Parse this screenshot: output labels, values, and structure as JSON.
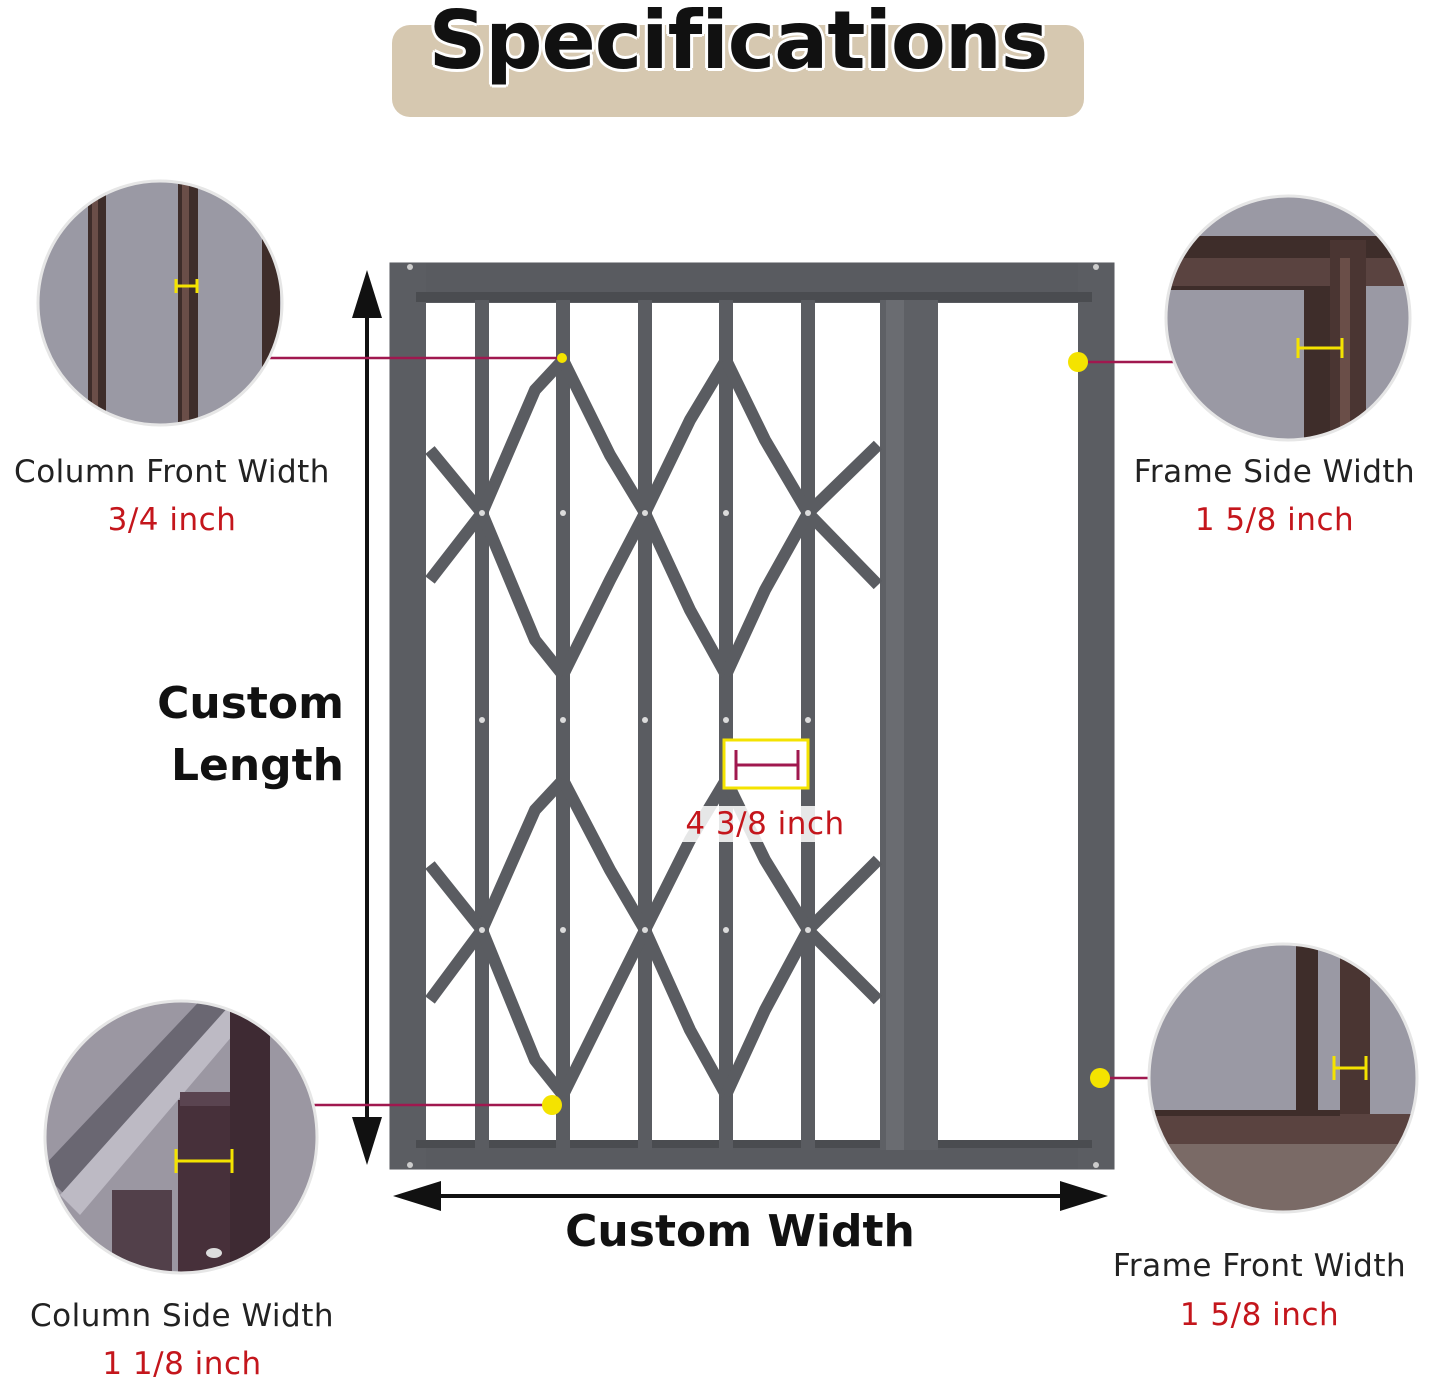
{
  "title": "Specifications",
  "colors": {
    "banner": "#d6c8b0",
    "frame": "#55575c",
    "value_text": "#c4161c",
    "leader_line": "#a0184f",
    "marker": "#f4e300"
  },
  "callouts": {
    "column_front": {
      "label": "Column Front Width",
      "value": "3/4 inch"
    },
    "frame_side": {
      "label": "Frame Side Width",
      "value": "1 5/8 inch"
    },
    "column_side": {
      "label": "Column Side Width",
      "value": "1 1/8 inch"
    },
    "frame_front": {
      "label": "Frame Front Width",
      "value": "1 5/8 inch"
    },
    "spacing": {
      "value": "4 3/8 inch"
    }
  },
  "dimensions": {
    "length_line1": "Custom",
    "length_line2": "Length",
    "width": "Custom Width"
  }
}
